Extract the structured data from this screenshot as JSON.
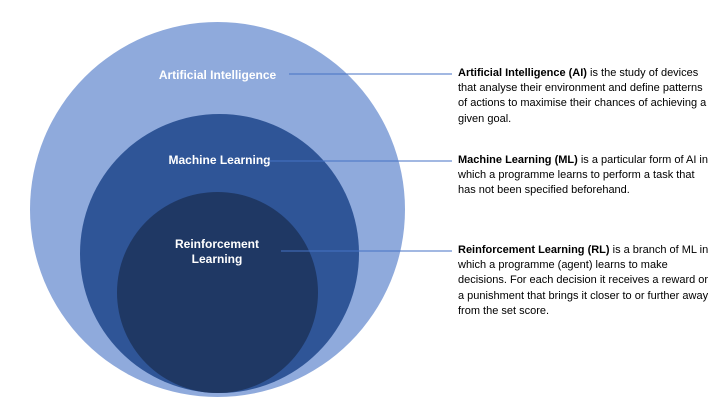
{
  "diagram": {
    "title": "Nested circles diagram: Artificial Intelligence, Machine Learning, Reinforcement Learning",
    "circles": [
      {
        "id": "ai",
        "label": "Artificial Intelligence",
        "color": "#8FAADC",
        "text_color": "#FFFFFF"
      },
      {
        "id": "ml",
        "label": "Machine Learning",
        "color": "#2F5597",
        "text_color": "#FFFFFF"
      },
      {
        "id": "rl",
        "label": "Reinforcement Learning",
        "color": "#1F3864",
        "text_color": "#FFFFFF"
      }
    ],
    "connector_color": "#4472C4",
    "annotations": [
      {
        "bold": "Artificial Intelligence (AI)",
        "text": " is the study of devices that analyse their environment and define patterns of actions to maximise their chances of achieving a given goal."
      },
      {
        "bold": "Machine Learning (ML)",
        "text": " is a particular form of AI in which a programme learns to perform a task that has not been specified beforehand."
      },
      {
        "bold": "Reinforcement Learning (RL)",
        "text": " is a branch of ML in which a programme (agent) learns to make decisions. For each decision it receives a reward or a punishment that brings it closer to or further away from the set score."
      }
    ]
  }
}
